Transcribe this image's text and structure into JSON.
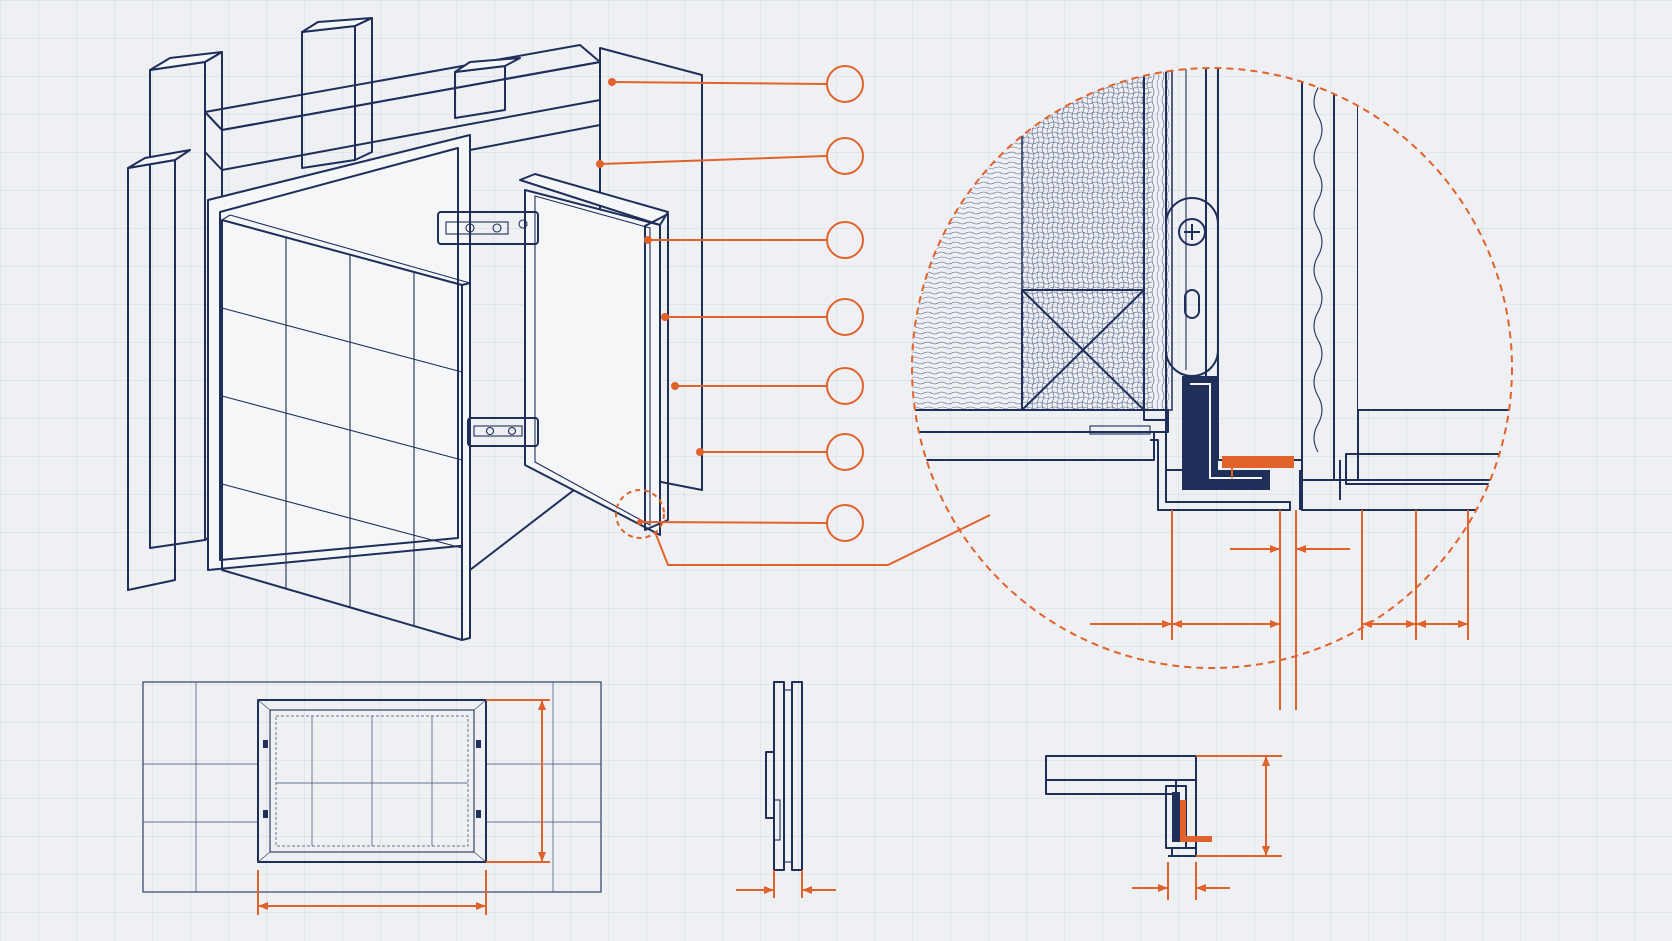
{
  "colors": {
    "background": "#eef0f3",
    "ink": "#1f2f5a",
    "accent": "#e2622c"
  },
  "callouts": {
    "count": 7
  },
  "views": [
    {
      "name": "isometric-access-panel-view"
    },
    {
      "name": "magnified-corner-detail"
    },
    {
      "name": "front-elevation"
    },
    {
      "name": "side-section"
    },
    {
      "name": "corner-section-detail"
    }
  ]
}
